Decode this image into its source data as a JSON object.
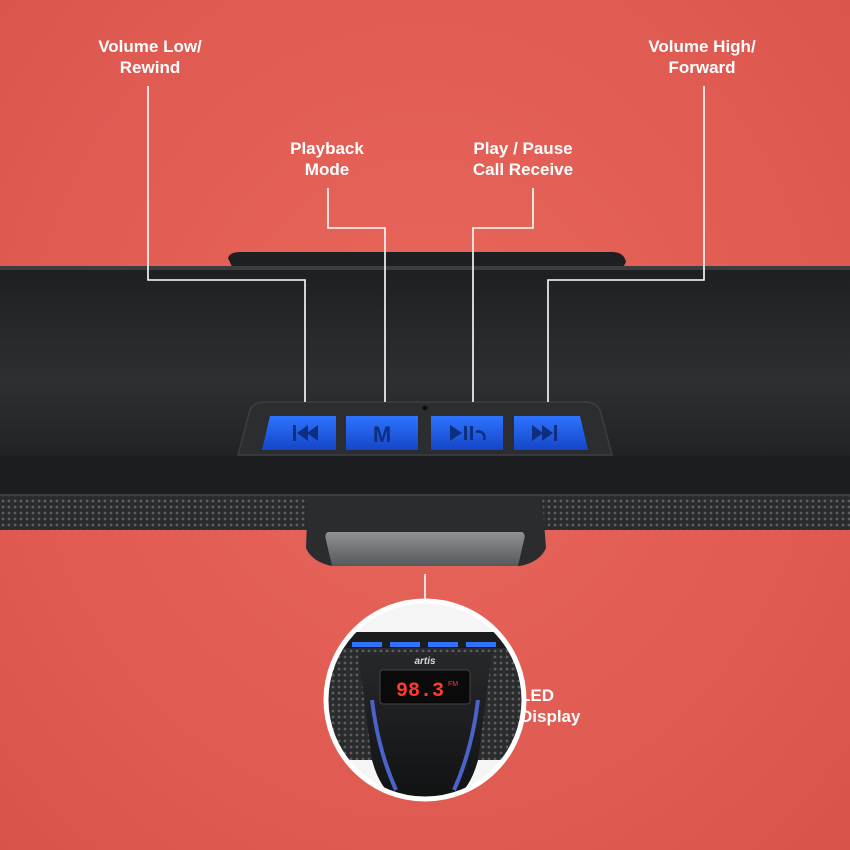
{
  "callouts": {
    "volume_down": "Volume Low/\nRewind",
    "playback_mode": "Playback\nMode",
    "play_pause": "Play / Pause\nCall Receive",
    "volume_up": "Volume High/\nForward",
    "led_display": "LED\nDisplay"
  },
  "buttons": {
    "mode_glyph": "M"
  },
  "display": {
    "frequency": "98.3",
    "band": "FM",
    "brand": "artis"
  },
  "colors": {
    "background": "#df5a51",
    "button_blue": "#1e5fe8",
    "speaker_body": "#2a2c2e",
    "led_red": "#ff3b2a"
  }
}
